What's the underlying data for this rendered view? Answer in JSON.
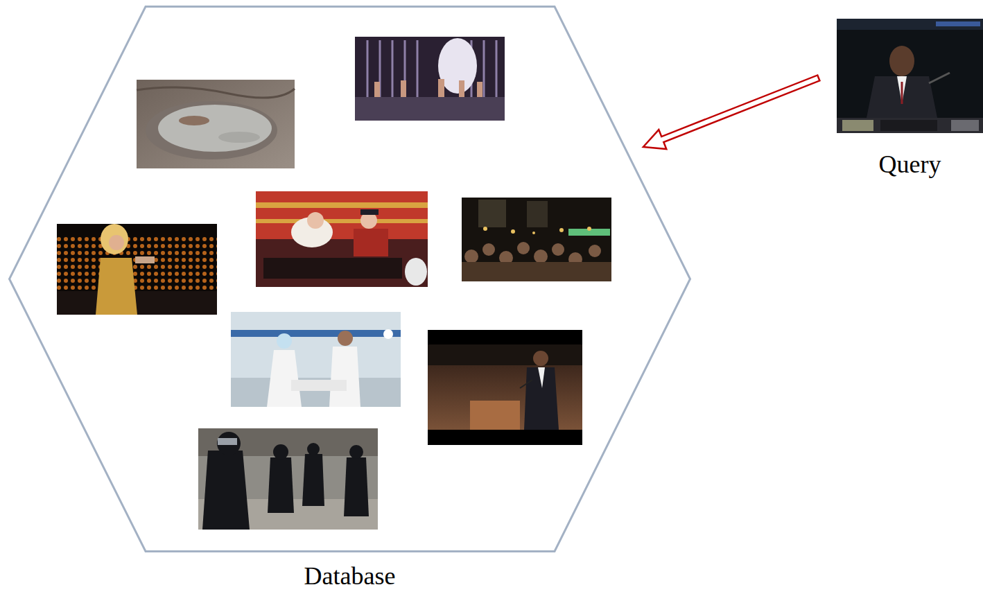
{
  "diagram": {
    "nodes": [
      {
        "text": [
          "Database"
        ]
      },
      {
        "text": [
          "Query"
        ]
      }
    ],
    "edges": [
      {
        "from": 1,
        "to": 0,
        "arrow": "to"
      }
    ]
  }
}
